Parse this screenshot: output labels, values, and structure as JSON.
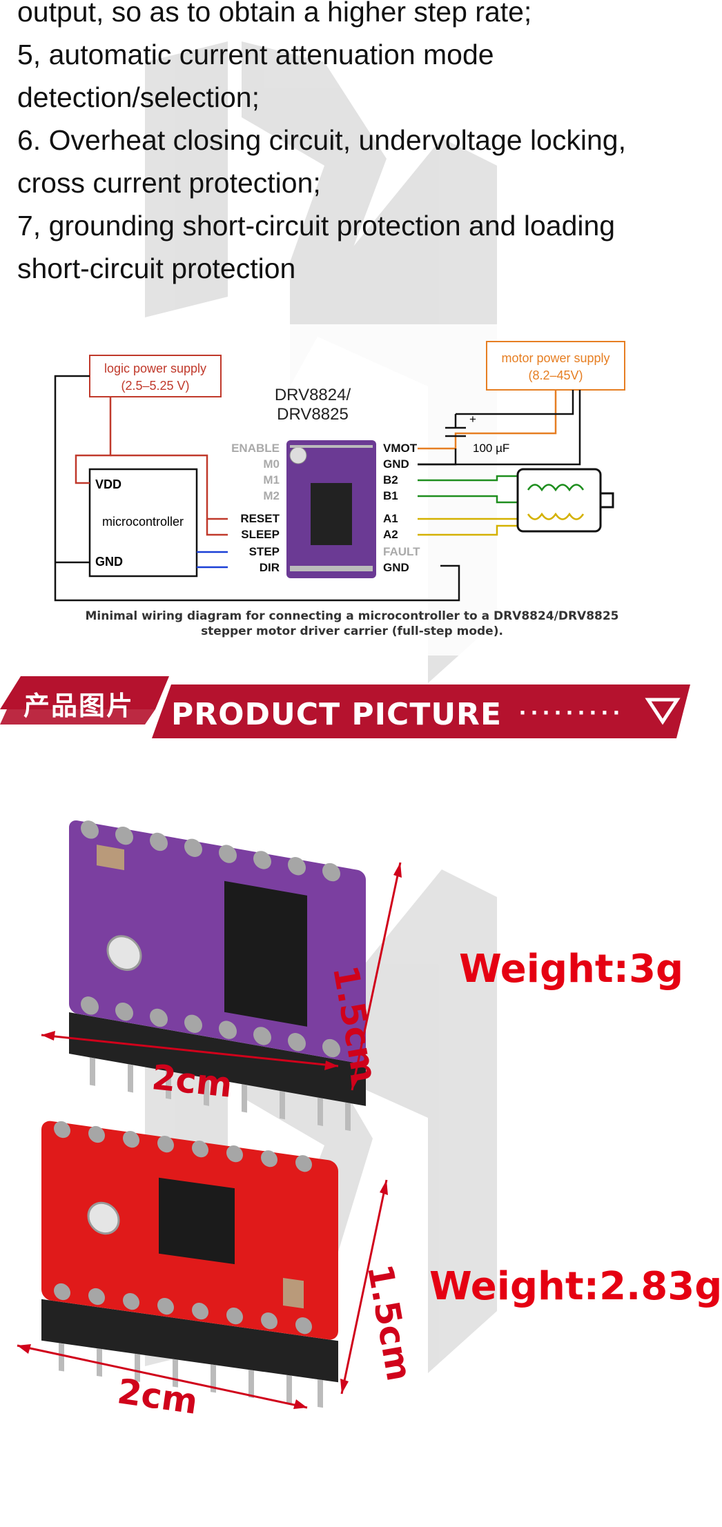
{
  "features": [
    "output, so as to obtain a higher step rate;",
    "5, automatic current attenuation mode",
    "detection/selection;",
    "6. Overheat closing circuit, undervoltage locking,",
    "cross current protection;",
    "7, grounding short-circuit protection and loading",
    "short-circuit protection"
  ],
  "wiring": {
    "logic_supply": "logic power supply",
    "logic_range": "(2.5–5.25 V)",
    "motor_supply": "motor power supply",
    "motor_range": "(8.2–45V)",
    "board_name_1": "DRV8824/",
    "board_name_2": "DRV8825",
    "mcu_label": "microcontroller",
    "vdd": "VDD",
    "gnd_mcu": "GND",
    "capacitor": "100 µF",
    "cap_plus": "+",
    "pins_left": [
      "ENABLE",
      "M0",
      "M1",
      "M2",
      "RESET",
      "SLEEP",
      "STEP",
      "DIR"
    ],
    "pins_right": [
      "VMOT",
      "GND",
      "B2",
      "B1",
      "A1",
      "A2",
      "FAULT",
      "GND"
    ],
    "caption_1": "Minimal wiring diagram for connecting a microcontroller to a DRV8824/DRV8825",
    "caption_2": "stepper motor driver carrier (full-step mode)."
  },
  "banner": {
    "cn_title": "产品图片",
    "en_title": "PRODUCT PICTURE",
    "dots": "·········"
  },
  "products": [
    {
      "width_label": "2cm",
      "height_label": "1.5cm",
      "weight": "Weight:3g",
      "color": "#7b3fa0"
    },
    {
      "width_label": "2cm",
      "height_label": "1.5cm",
      "weight": "Weight:2.83g",
      "color": "#e01a1a"
    }
  ],
  "colors": {
    "banner_red": "#b5122e",
    "weight_red": "#e50012",
    "dim_red": "#d0021b",
    "logic_red": "#c0392b",
    "motor_orange": "#e67e22"
  }
}
